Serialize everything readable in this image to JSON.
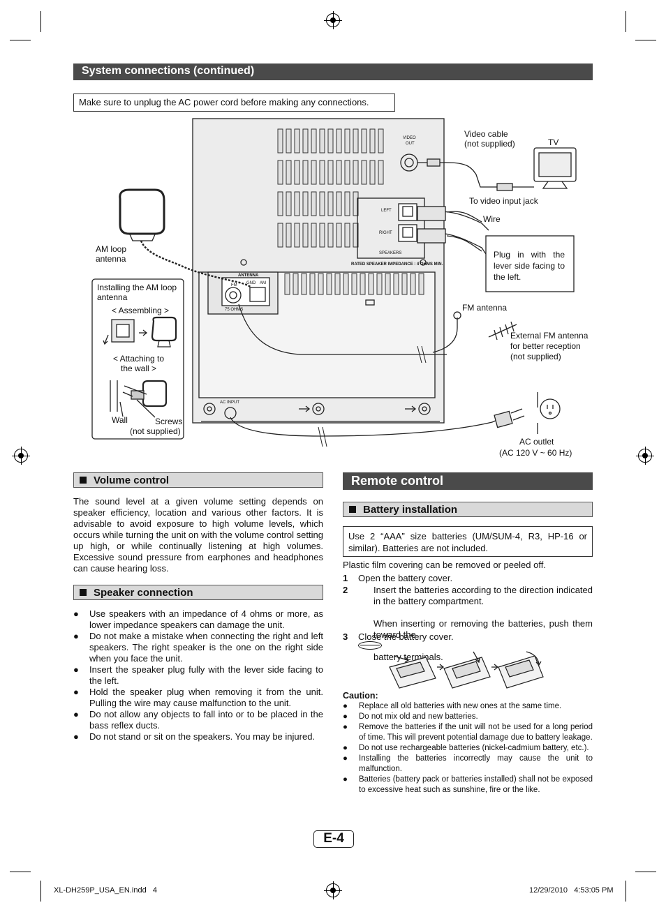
{
  "header": {
    "title": "System connections (continued)"
  },
  "warning_note": "Make sure to unplug the AC power cord before making any connections.",
  "diagram": {
    "labels": {
      "video_cable": "Video cable",
      "not_supplied": "(not supplied)",
      "tv": "TV",
      "to_video_input": "To video input jack",
      "wire": "Wire",
      "plug_note": "Plug in with the lever side facing to the left.",
      "am_loop": "AM loop",
      "antenna": "antenna",
      "installing_title_1": "Installing the AM loop",
      "installing_title_2": "antenna",
      "assembling": "< Assembling >",
      "attaching_1": "< Attaching to",
      "attaching_2": "the wall >",
      "wall": "Wall",
      "screws": "Screws",
      "screws_note": "(not supplied)",
      "fm_antenna": "FM antenna",
      "ext_fm_1": "External FM antenna",
      "ext_fm_2": "for better reception",
      "ext_fm_3": "(not supplied)",
      "ac_outlet": "AC outlet",
      "ac_spec": "(AC 120 V ~ 60 Hz)",
      "video_out_1": "VIDEO",
      "video_out_2": "OUT",
      "left": "LEFT",
      "right": "RIGHT",
      "speakers": "SPEAKERS",
      "rated": "RATED SPEAKER IMPEDANCE : 4 OHMS MIN.",
      "antenna_panel": "ANTENNA",
      "fm": "FM",
      "gnd": "GND",
      "am": "AM",
      "ohms": "75 OHMS",
      "ac_input": "AC INPUT"
    }
  },
  "volume": {
    "heading": "Volume control",
    "text": "The sound level at a given volume setting depends on speaker efficiency, location and various other factors. It is advisable to avoid exposure to high volume levels, which occurs while turning the unit on with the volume control setting up high, or while continually listening at high volumes. Excessive sound pressure from earphones and headphones can cause hearing loss."
  },
  "speaker": {
    "heading": "Speaker connection",
    "items": [
      "Use speakers with an impedance of 4 ohms or more, as lower impedance speakers can damage the unit.",
      "Do not make a mistake when connecting the right and left speakers. The right speaker is the one on the right side when you face the unit.",
      "Insert the speaker plug fully with the lever side facing to the left.",
      "Hold the speaker plug when removing it from the unit. Pulling the wire may cause malfunction to the unit.",
      "Do not allow any objects to fall into or to be placed in the bass reflex ducts.",
      "Do not stand or sit on the speakers. You may be injured."
    ]
  },
  "remote": {
    "title": "Remote control",
    "battery_heading": "Battery installation",
    "battery_box": "Use 2 “AAA” size batteries (UM/SUM-4, R3, HP-16 or similar). Batteries are not included.",
    "film_note": "Plastic film covering can be removed or peeled off.",
    "steps": [
      {
        "n": "1",
        "text": "Open the battery cover."
      },
      {
        "n": "2",
        "text": "Insert the batteries according to the direction indicated in the battery compartment.",
        "text2a": "When inserting or removing the batteries, push them toward the ",
        "text2b": " battery terminals."
      },
      {
        "n": "3",
        "text": "Close the battery cover."
      }
    ],
    "caution_label": "Caution:",
    "cautions": [
      "Replace all old batteries with new ones at the same time.",
      "Do not mix old and new batteries.",
      "Remove the batteries if the unit will not be used for a long period of time. This will prevent potential damage due to battery leakage.",
      "Do not use rechargeable batteries (nickel-cadmium battery, etc.).",
      "Installing the batteries incorrectly may cause the unit to malfunction.",
      "Batteries (battery pack or batteries installed) shall not be exposed to excessive heat such as sunshine, fire or the like."
    ]
  },
  "page_number": "E-4",
  "footer": {
    "file": "XL-DH259P_USA_EN.indd   4",
    "date": "12/29/2010   4:53:05 PM"
  }
}
